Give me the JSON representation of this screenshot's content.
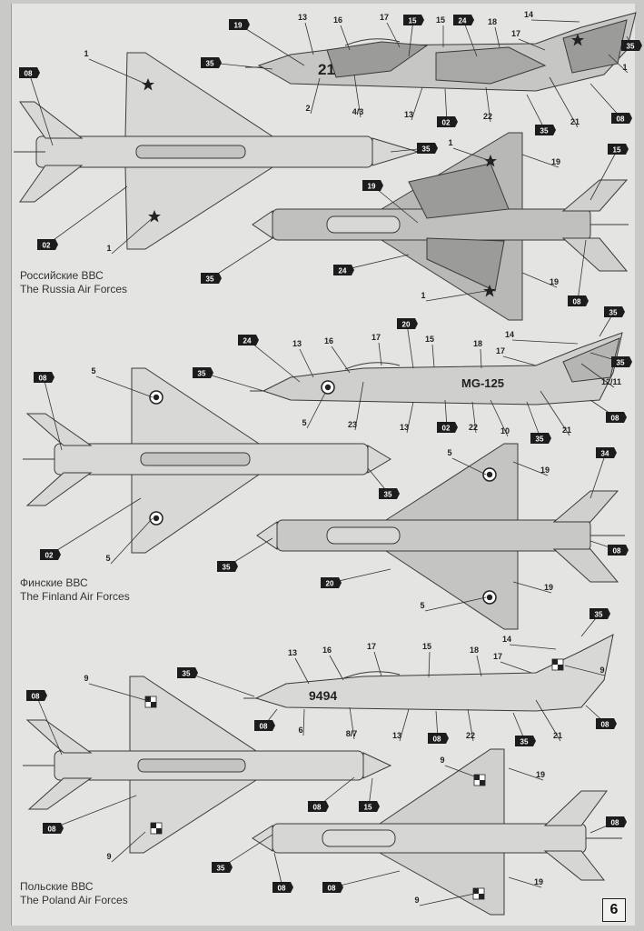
{
  "page_number": "6",
  "tag_numbers": {
    "t08": "08",
    "t19": "19",
    "t15": "15",
    "t24": "24",
    "t35": "35",
    "t02": "02",
    "t20": "20",
    "t34": "34"
  },
  "sections": [
    {
      "label_ru": "Российские ВВС",
      "label_en": "The Russia Air Forces",
      "side_marking": "21"
    },
    {
      "label_ru": "Финские ВВС",
      "label_en": "The Finland Air Forces",
      "side_marking": "MG-125"
    },
    {
      "label_ru": "Польские ВВС",
      "label_en": "The Poland Air Forces",
      "side_marking": "9494"
    }
  ],
  "callouts": {
    "n1": "1",
    "n2": "2",
    "n43": "4/3",
    "n5": "5",
    "n6": "6",
    "n87": "8/7",
    "n9": "9",
    "n10": "10",
    "n13": "13",
    "n14": "14",
    "n15": "15",
    "n16": "16",
    "n17": "17",
    "n18": "18",
    "n19": "19",
    "n21": "21",
    "n22": "22",
    "n23": "23",
    "n1211": "12/11"
  },
  "colors": {
    "paper": "#e4e4e2",
    "line": "#3a3a3a",
    "camo": "#9b9b99",
    "tag": "#1c1c1c"
  }
}
